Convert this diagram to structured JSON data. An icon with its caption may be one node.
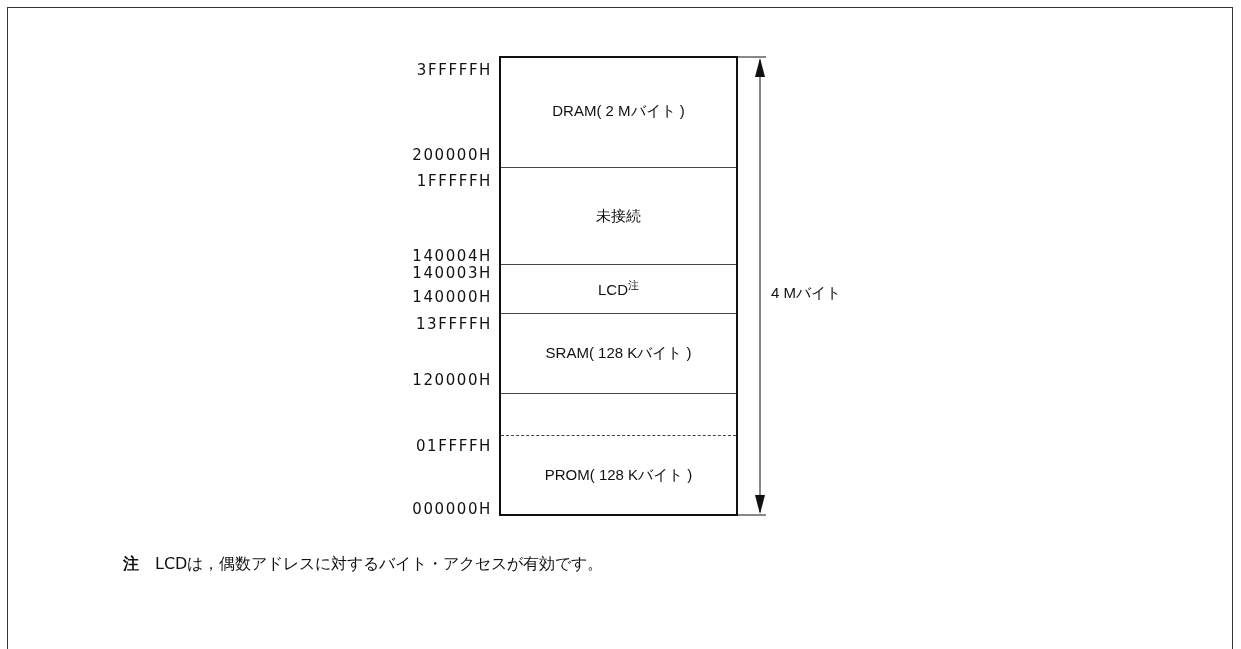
{
  "diagram": {
    "nodes": [
      {
        "text": [],
        "shape": "box"
      },
      {
        "text": [
          "DRAM( 2 Mバイト )"
        ],
        "in": 0
      },
      {
        "text": [
          "未接続"
        ],
        "in": 0
      },
      {
        "text": [
          "LCD$^{注}$"
        ],
        "in": 0
      },
      {
        "text": [
          "SRAM( 128 Kバイト )"
        ],
        "in": 0
      },
      {
        "text": [],
        "shape": "box",
        "in": 0
      },
      {
        "text": [
          "PROM( 128 Kバイト )"
        ],
        "in": 0
      }
    ],
    "edges": [],
    "labels": [
      "3FFFFFH",
      "200000H",
      "1FFFFFH",
      "140004H",
      "140003H",
      "140000H",
      "13FFFFH",
      "120000H",
      "01FFFFH",
      "000000H",
      "4 Mバイト",
      "**注**　LCDは，偶数アドレスに対するバイト・アクセスが有効です。"
    ]
  }
}
